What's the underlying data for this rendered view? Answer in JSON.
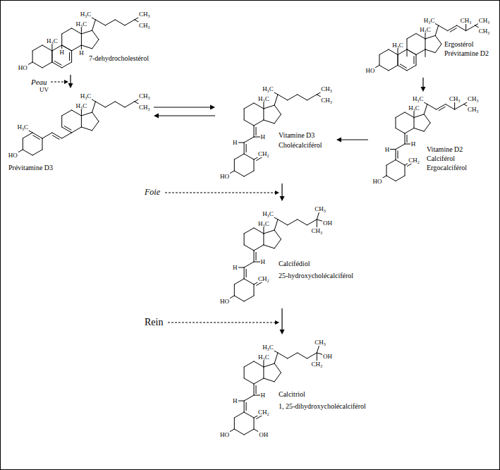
{
  "diagram": {
    "nodes": [
      {
        "text": [
          "7-dehydrocholestérol",
          "H₃C",
          "CH₃",
          "H₃C",
          "CH₃",
          "H₃C",
          "H",
          "H",
          "HO"
        ]
      },
      {
        "text": [
          "Ergostérol",
          "Prévitamine D2",
          "H₃C",
          "CH₃",
          "CH₃",
          "H₃C",
          "CH₃",
          "H₃C",
          "HO"
        ]
      },
      {
        "text": [
          "Prévitamine D3",
          "H₃C",
          "CH₃",
          "H₃C",
          "CH₃",
          "H₃C",
          "HO"
        ]
      },
      {
        "text": [
          "Vitamine D3",
          "Cholécalciférol",
          "H₃C",
          "CH₃",
          "H₃C",
          "CH₃",
          "H",
          "H",
          "CH₂",
          "HO"
        ]
      },
      {
        "text": [
          "Vitamine D2",
          "Calciférol",
          "Ergocalciférol",
          "H₃C",
          "CH₃",
          "CH₃",
          "H₃C",
          "CH₃",
          "H",
          "H",
          "CH₂",
          "HO"
        ]
      },
      {
        "text": [
          "Calcifédiol",
          "25-hydroxycholécalciférol",
          "H₃C",
          "CH₃",
          "OH",
          "H₃C",
          "CH₃",
          "H",
          "H",
          "CH₂",
          "HO"
        ]
      },
      {
        "text": [
          "Calcitriol",
          "1, 25-dihydroxycholécalciférol",
          "H₃C",
          "CH₃",
          "OH",
          "H₃C",
          "CH₃",
          "H",
          "H",
          "CH₂",
          "HO",
          "OH"
        ]
      }
    ],
    "edges": [
      {
        "from": 0,
        "to": 2,
        "arrow": "to"
      },
      {
        "from": 2,
        "to": 3,
        "arrow": "to"
      },
      {
        "from": 3,
        "to": 2,
        "arrow": "to"
      },
      {
        "from": 1,
        "to": 4,
        "arrow": "to"
      },
      {
        "from": 4,
        "to": 3,
        "arrow": "to"
      },
      {
        "from": 3,
        "to": 5,
        "arrow": "to"
      },
      {
        "from": 5,
        "to": 6,
        "arrow": "to"
      }
    ],
    "labels": [
      "Peau",
      "UV",
      "Foie",
      "Rein"
    ]
  }
}
